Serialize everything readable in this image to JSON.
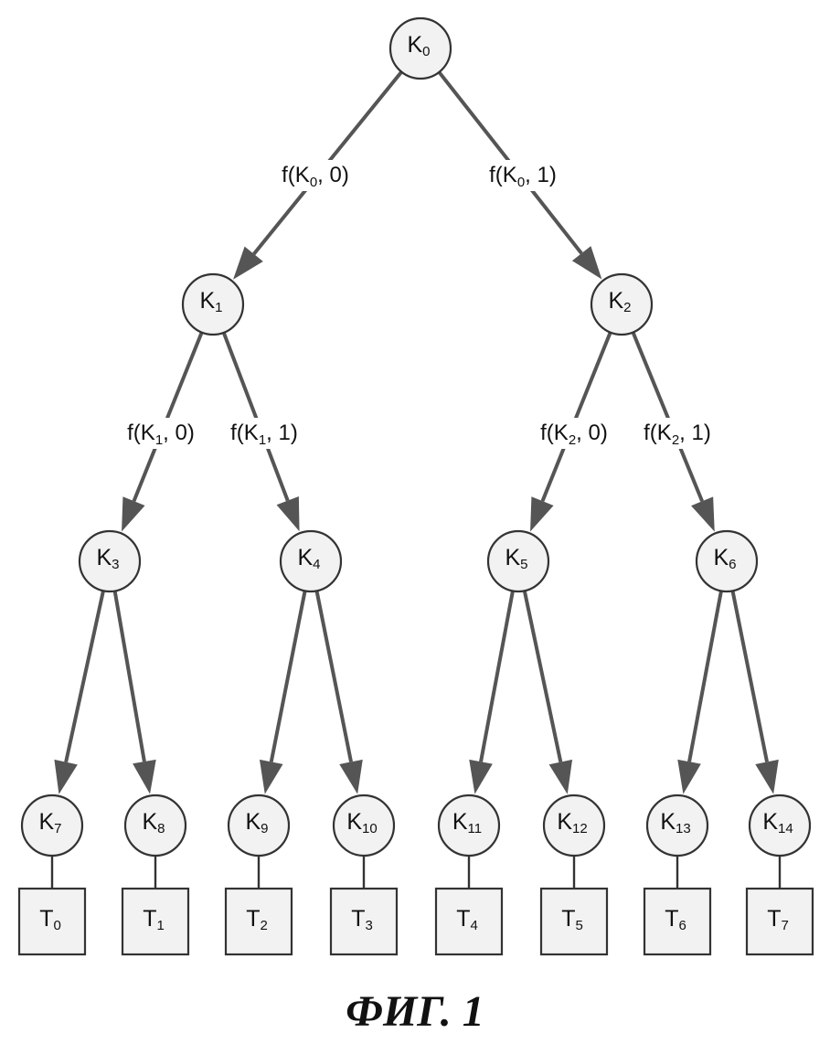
{
  "caption": "ФИГ. 1",
  "nodes": [
    {
      "id": "K0",
      "base": "K",
      "sub": "0"
    },
    {
      "id": "K1",
      "base": "K",
      "sub": "1"
    },
    {
      "id": "K2",
      "base": "K",
      "sub": "2"
    },
    {
      "id": "K3",
      "base": "K",
      "sub": "3"
    },
    {
      "id": "K4",
      "base": "K",
      "sub": "4"
    },
    {
      "id": "K5",
      "base": "K",
      "sub": "5"
    },
    {
      "id": "K6",
      "base": "K",
      "sub": "6"
    },
    {
      "id": "K7",
      "base": "K",
      "sub": "7"
    },
    {
      "id": "K8",
      "base": "K",
      "sub": "8"
    },
    {
      "id": "K9",
      "base": "K",
      "sub": "9"
    },
    {
      "id": "K10",
      "base": "K",
      "sub": "10"
    },
    {
      "id": "K11",
      "base": "K",
      "sub": "11"
    },
    {
      "id": "K12",
      "base": "K",
      "sub": "12"
    },
    {
      "id": "K13",
      "base": "K",
      "sub": "13"
    },
    {
      "id": "K14",
      "base": "K",
      "sub": "14"
    }
  ],
  "leaves": [
    {
      "id": "T0",
      "base": "T",
      "sub": "0",
      "parent": "K7"
    },
    {
      "id": "T1",
      "base": "T",
      "sub": "1",
      "parent": "K8"
    },
    {
      "id": "T2",
      "base": "T",
      "sub": "2",
      "parent": "K9"
    },
    {
      "id": "T3",
      "base": "T",
      "sub": "3",
      "parent": "K10"
    },
    {
      "id": "T4",
      "base": "T",
      "sub": "4",
      "parent": "K11"
    },
    {
      "id": "T5",
      "base": "T",
      "sub": "5",
      "parent": "K12"
    },
    {
      "id": "T6",
      "base": "T",
      "sub": "6",
      "parent": "K13"
    },
    {
      "id": "T7",
      "base": "T",
      "sub": "7",
      "parent": "K14"
    }
  ],
  "edges": [
    {
      "from": "K0",
      "to": "K1",
      "label": {
        "pre": "f(K",
        "sub": "0",
        "post": ", 0)"
      }
    },
    {
      "from": "K0",
      "to": "K2",
      "label": {
        "pre": "f(K",
        "sub": "0",
        "post": ", 1)"
      }
    },
    {
      "from": "K1",
      "to": "K3",
      "label": {
        "pre": "f(K",
        "sub": "1",
        "post": ", 0)"
      }
    },
    {
      "from": "K1",
      "to": "K4",
      "label": {
        "pre": "f(K",
        "sub": "1",
        "post": ", 1)"
      }
    },
    {
      "from": "K2",
      "to": "K5",
      "label": {
        "pre": "f(K",
        "sub": "2",
        "post": ", 0)"
      }
    },
    {
      "from": "K2",
      "to": "K6",
      "label": {
        "pre": "f(K",
        "sub": "2",
        "post": ", 1)"
      }
    },
    {
      "from": "K3",
      "to": "K7",
      "label": null
    },
    {
      "from": "K3",
      "to": "K8",
      "label": null
    },
    {
      "from": "K4",
      "to": "K9",
      "label": null
    },
    {
      "from": "K4",
      "to": "K10",
      "label": null
    },
    {
      "from": "K5",
      "to": "K11",
      "label": null
    },
    {
      "from": "K5",
      "to": "K12",
      "label": null
    },
    {
      "from": "K6",
      "to": "K13",
      "label": null
    },
    {
      "from": "K6",
      "to": "K14",
      "label": null
    }
  ]
}
